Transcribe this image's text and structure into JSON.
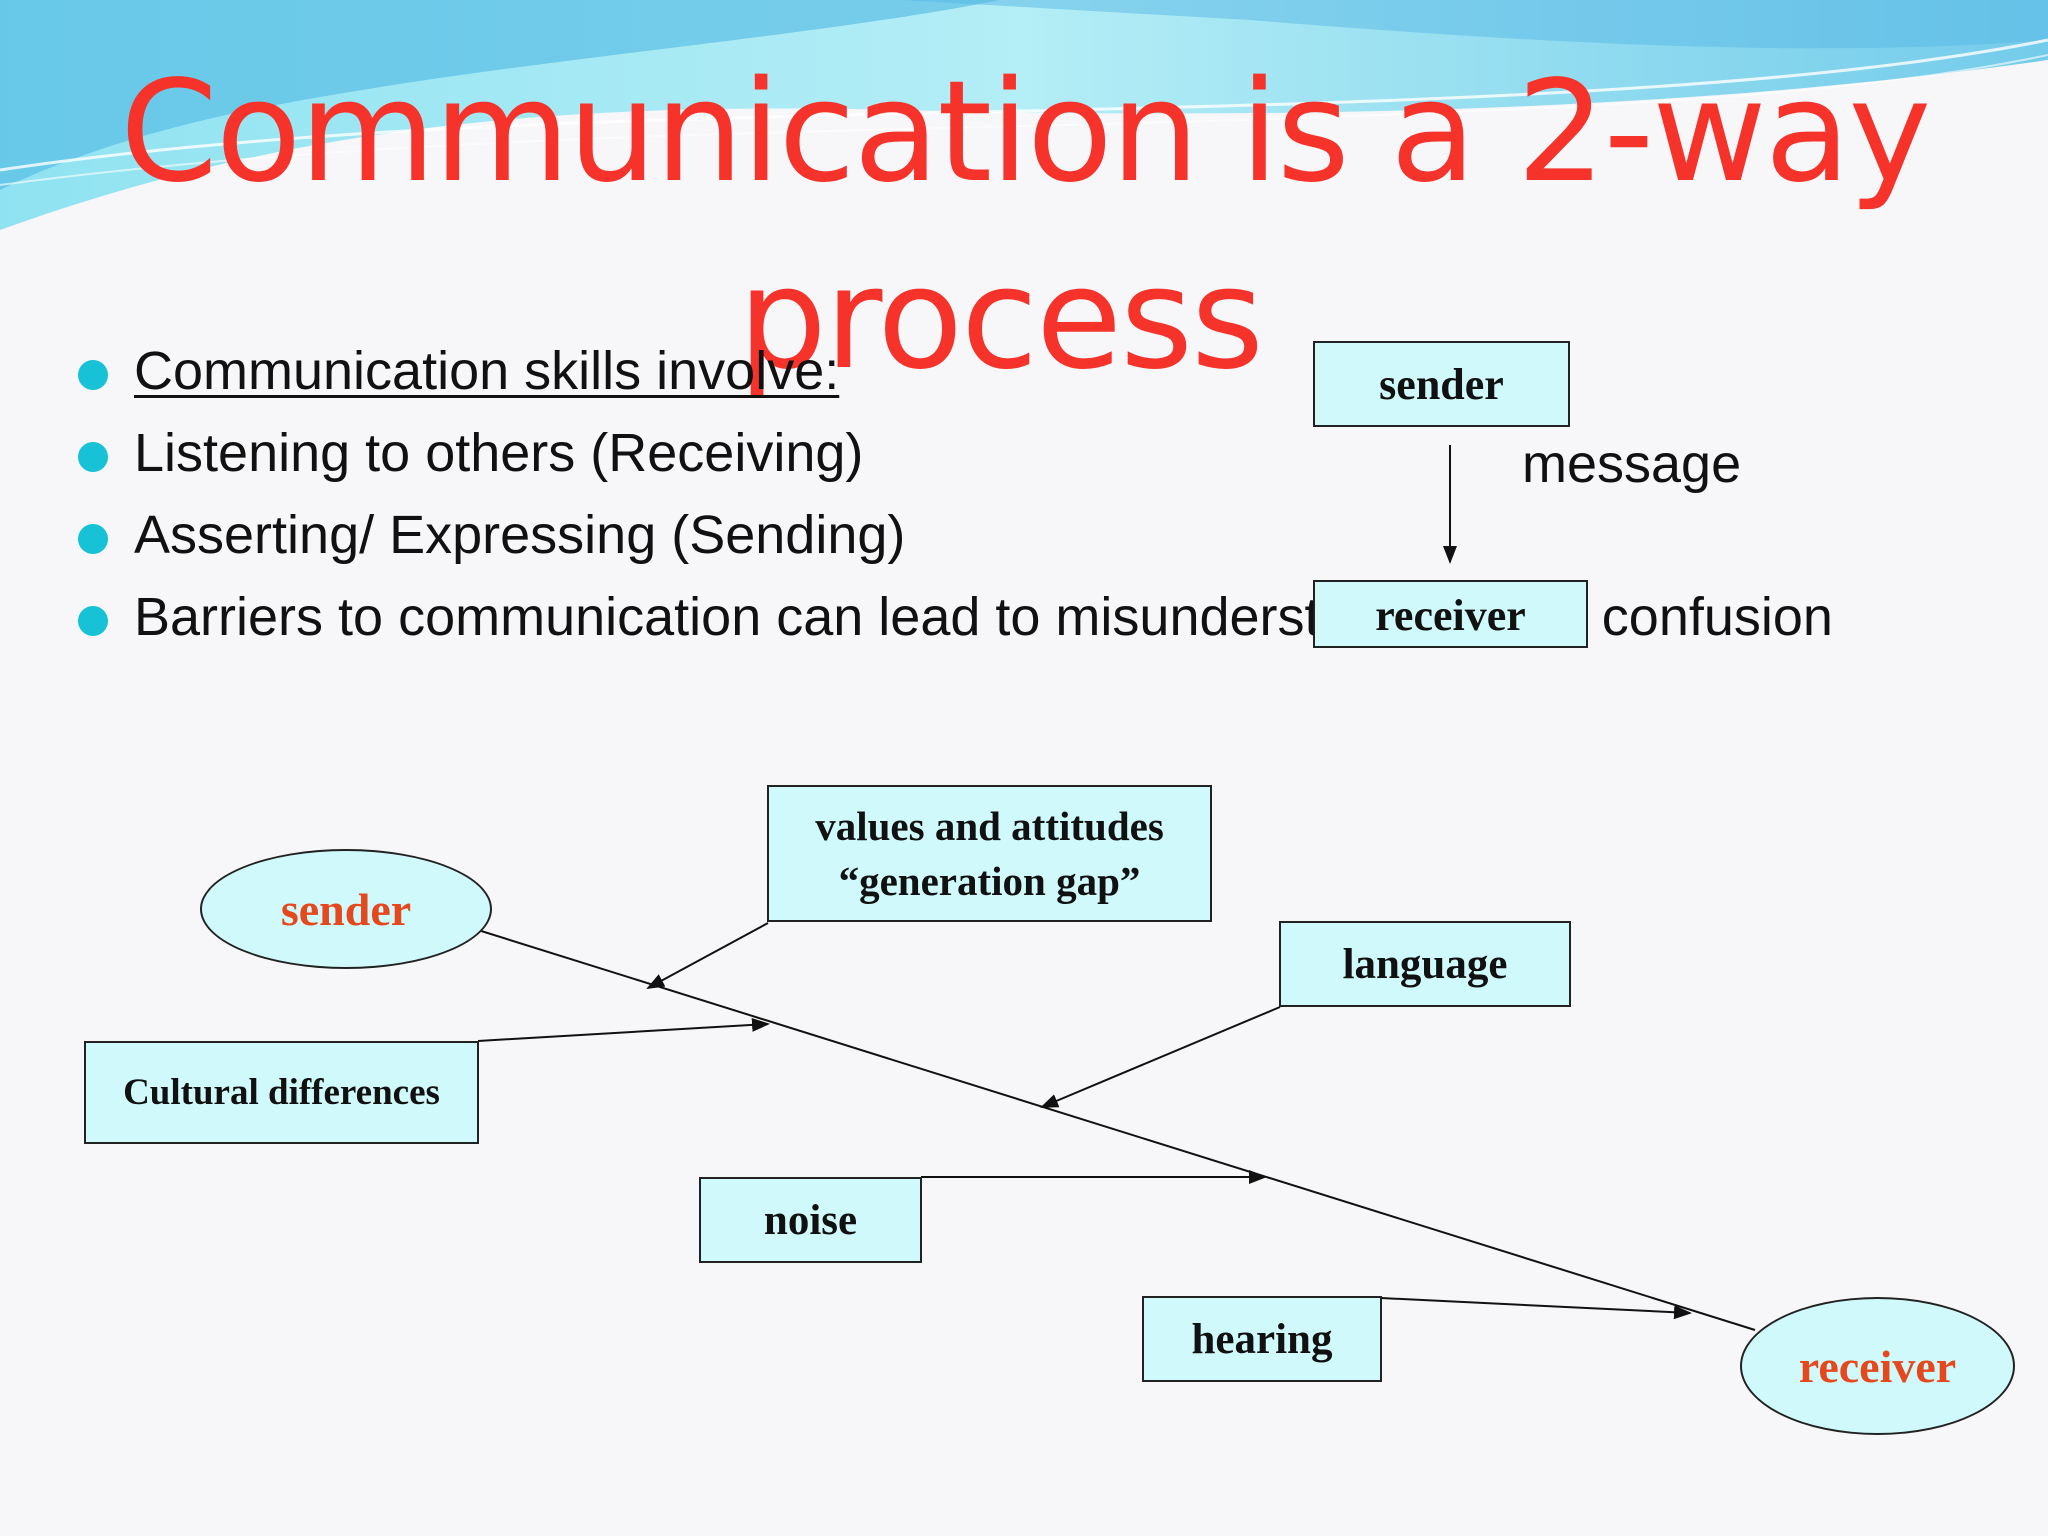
{
  "title": {
    "line1": "Communication is a 2-way",
    "line2": "process"
  },
  "bullets": [
    {
      "text": "Communication skills involve:",
      "underlined": true
    },
    {
      "text": "Listening to others (Receiving)",
      "underlined": false
    },
    {
      "text": "Asserting/ Expressing (Sending)",
      "underlined": false
    },
    {
      "text": "Barriers to communication can lead to misunderstanding and confusion",
      "underlined": false
    }
  ],
  "small_diagram": {
    "top_box": "sender",
    "bottom_box": "receiver",
    "arrow_label": "message"
  },
  "barrier_diagram": {
    "source": "sender",
    "target": "receiver",
    "barriers": [
      "values and attitudes “generation gap”",
      "Cultural differences",
      "language",
      "noise",
      "hearing"
    ]
  },
  "colors": {
    "title": "#f5332a",
    "bullet_dot": "#17c1d6",
    "box_fill": "#cff9fb",
    "ellipse_text": "#e5481c",
    "wave_light": "#8fe6f2",
    "wave_dark": "#3aa9d8"
  }
}
